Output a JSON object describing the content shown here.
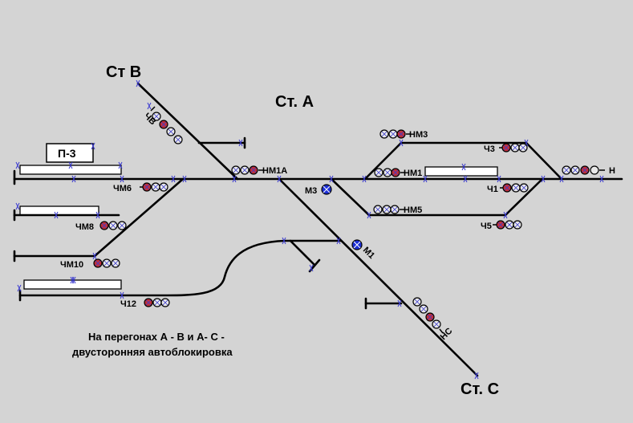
{
  "title_stations": {
    "st_a": "Ст. А",
    "st_b": "Ст В",
    "st_c": "Ст. С"
  },
  "platform_label": "П-3",
  "signals": {
    "ChV": "ЧВ",
    "NM1A": "НМ1А",
    "NM3": "НМ3",
    "NM1": "НМ1",
    "NM5": "НМ5",
    "Ch3": "Ч3",
    "Ch1": "Ч1",
    "Ch5": "Ч5",
    "N": "Н",
    "M3": "М3",
    "M1": "М1",
    "NS": "НС",
    "ChM6": "ЧМ6",
    "ChM8": "ЧМ8",
    "ChM10": "ЧМ10",
    "Ch12": "Ч12"
  },
  "note": {
    "line1": "На перегонах А - В и А- С  -",
    "line2": "двусторонняя автоблокировка"
  },
  "colors": {
    "background": "#d4d4d4",
    "track": "#000000",
    "lamp_red": "#c0303a",
    "lamp_blue": "#1c2fd6",
    "lamp_white": "#e8e8e8",
    "joint": "#3a3ad0"
  }
}
